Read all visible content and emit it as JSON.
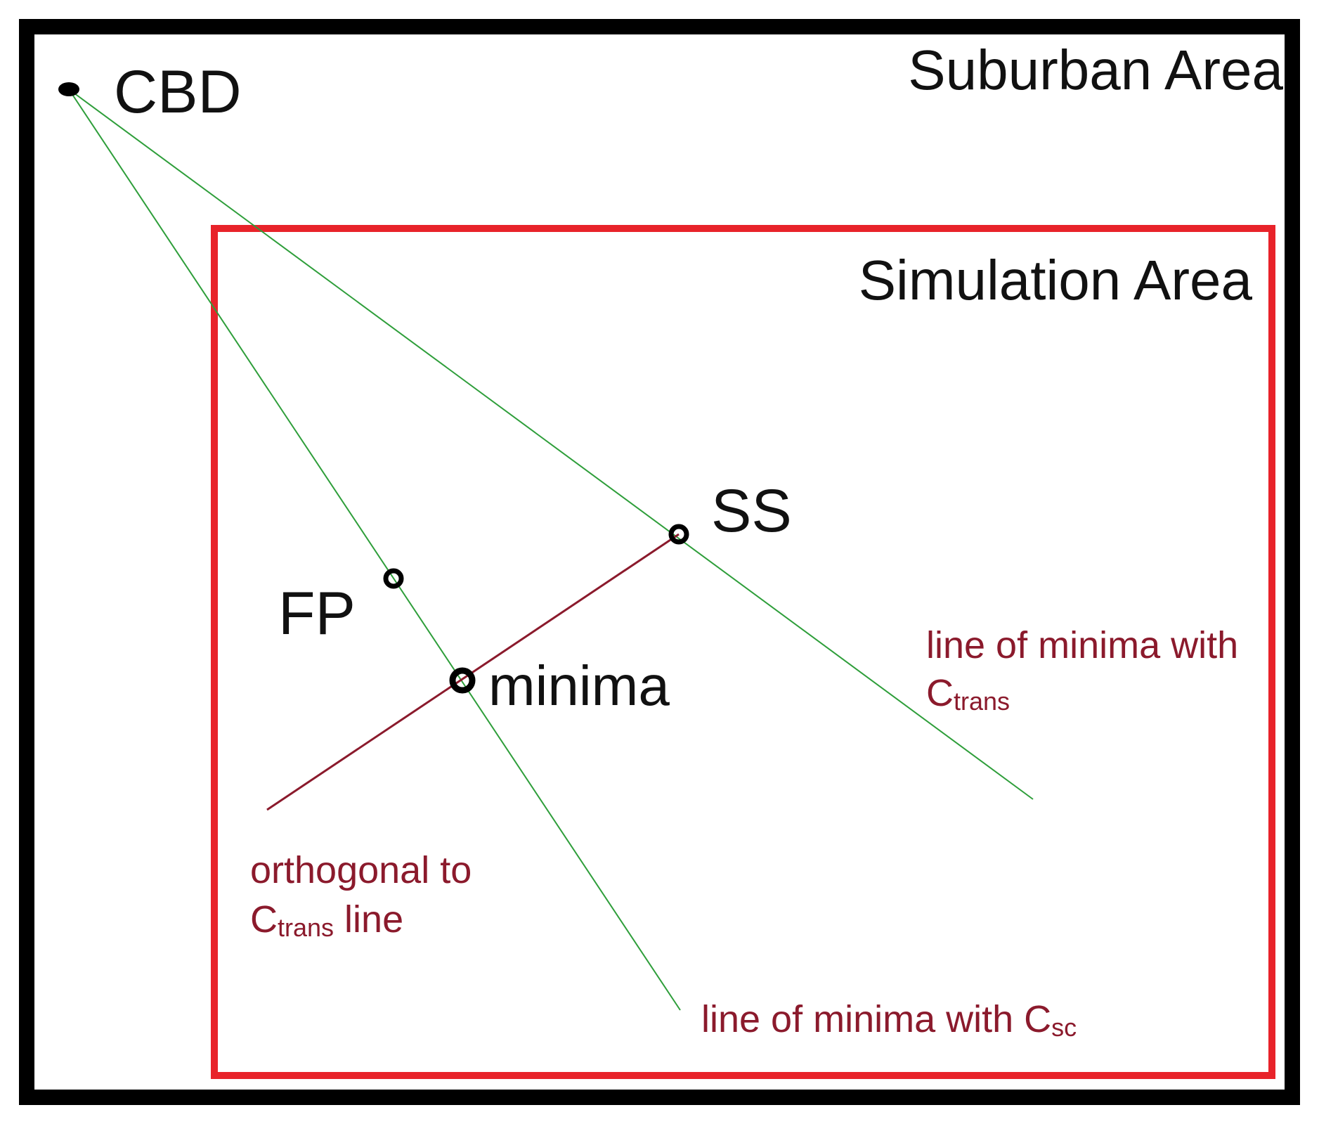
{
  "colors": {
    "outer_border": "#000000",
    "simulation_border": "#e8232a",
    "green_lines": "#2e9e3a",
    "orthogonal_line": "#8b1a2c",
    "annotation_text": "#8b1a2c",
    "label_text": "#111111"
  },
  "areas": {
    "suburban": "Suburban Area",
    "simulation": "Simulation Area"
  },
  "points": {
    "cbd": "CBD",
    "ss": "SS",
    "fp": "FP",
    "minima": "minima"
  },
  "annotations": {
    "ctrans_line": {
      "prefix": "line of minima with",
      "symbol": "C",
      "subscript": "trans"
    },
    "orthogonal_line": {
      "prefix": "orthogonal to",
      "symbol": "C",
      "subscript": "trans",
      "suffix": " line"
    },
    "csc_line": {
      "prefix": "line of minima with C",
      "subscript": "sc"
    }
  }
}
